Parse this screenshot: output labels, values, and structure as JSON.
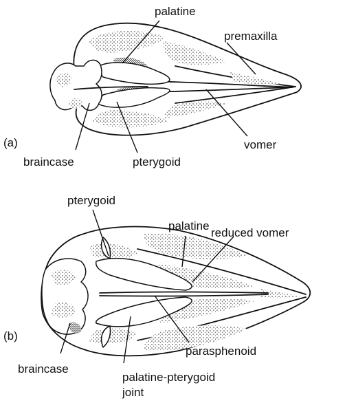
{
  "panels": [
    {
      "id": "a",
      "panel_label": "(a)",
      "labels": {
        "palatine": "palatine",
        "premaxilla": "premaxilla",
        "vomer": "vomer",
        "braincase": "braincase",
        "pterygoid": "pterygoid"
      }
    },
    {
      "id": "b",
      "panel_label": "(b)",
      "labels": {
        "pterygoid": "pterygoid",
        "palatine": "palatine",
        "reduced_vomer": "reduced vomer",
        "braincase": "braincase",
        "parasphenoid": "parasphenoid",
        "joint_line1": "palatine-pterygoid",
        "joint_line2": "joint"
      }
    }
  ]
}
